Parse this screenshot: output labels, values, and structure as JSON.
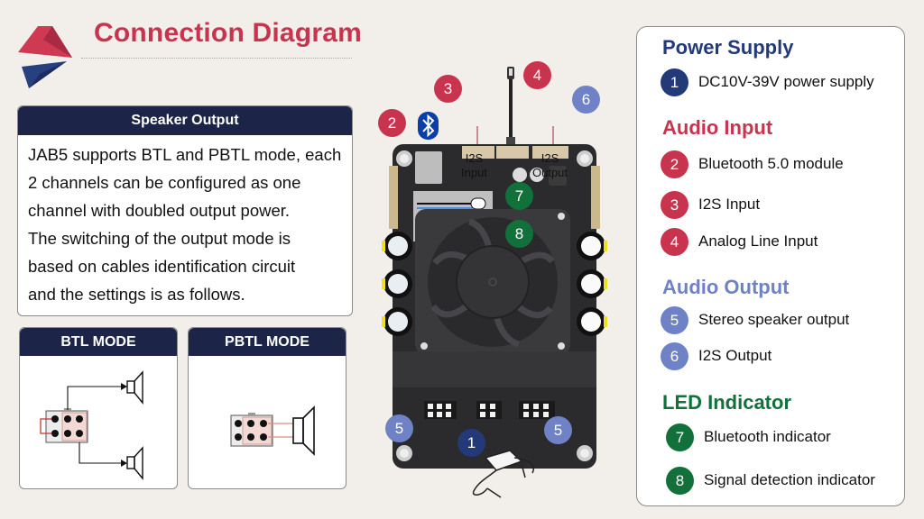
{
  "header": {
    "title": "Connection Diagram",
    "logo_colors": {
      "top": "#c8344e",
      "bottom": "#243a78"
    }
  },
  "speaker_output": {
    "heading": "Speaker Output",
    "lines": [
      "JAB5 supports BTL and PBTL mode, each",
      "2 channels can be configured as one",
      "channel with doubled output power.",
      "The switching of the output mode is",
      "based on cables identification circuit",
      "and the settings is as follows."
    ]
  },
  "modes": {
    "btl": {
      "heading": "BTL MODE"
    },
    "pbtl": {
      "heading": "PBTL MODE"
    }
  },
  "board": {
    "labels": {
      "i2s_input": [
        "I2S",
        "Input"
      ],
      "i2s_output": [
        "I2S",
        "Output"
      ]
    },
    "callouts": [
      "1",
      "2",
      "3",
      "4",
      "5",
      "5",
      "6",
      "7",
      "8"
    ],
    "icons": [
      "bluetooth-icon",
      "audio-jack-icon",
      "power-adapter-icon",
      "fan-icon"
    ]
  },
  "legend": {
    "sections": [
      {
        "title": "Power Supply",
        "color": "#243a78",
        "items": [
          {
            "num": "1",
            "text": "DC10V-39V power supply"
          }
        ]
      },
      {
        "title": "Audio Input",
        "color": "#c8344e",
        "items": [
          {
            "num": "2",
            "text": "Bluetooth 5.0 module"
          },
          {
            "num": "3",
            "text": "I2S Input"
          },
          {
            "num": "4",
            "text": "Analog Line Input"
          }
        ]
      },
      {
        "title": "Audio Output",
        "color": "#6f82c6",
        "items": [
          {
            "num": "5",
            "text": "Stereo speaker output"
          },
          {
            "num": "6",
            "text": "I2S Output"
          }
        ]
      },
      {
        "title": "LED Indicator",
        "color": "#12703a",
        "items": [
          {
            "num": "7",
            "text": "Bluetooth indicator"
          },
          {
            "num": "8",
            "text": "Signal detection indicator"
          }
        ]
      }
    ]
  }
}
